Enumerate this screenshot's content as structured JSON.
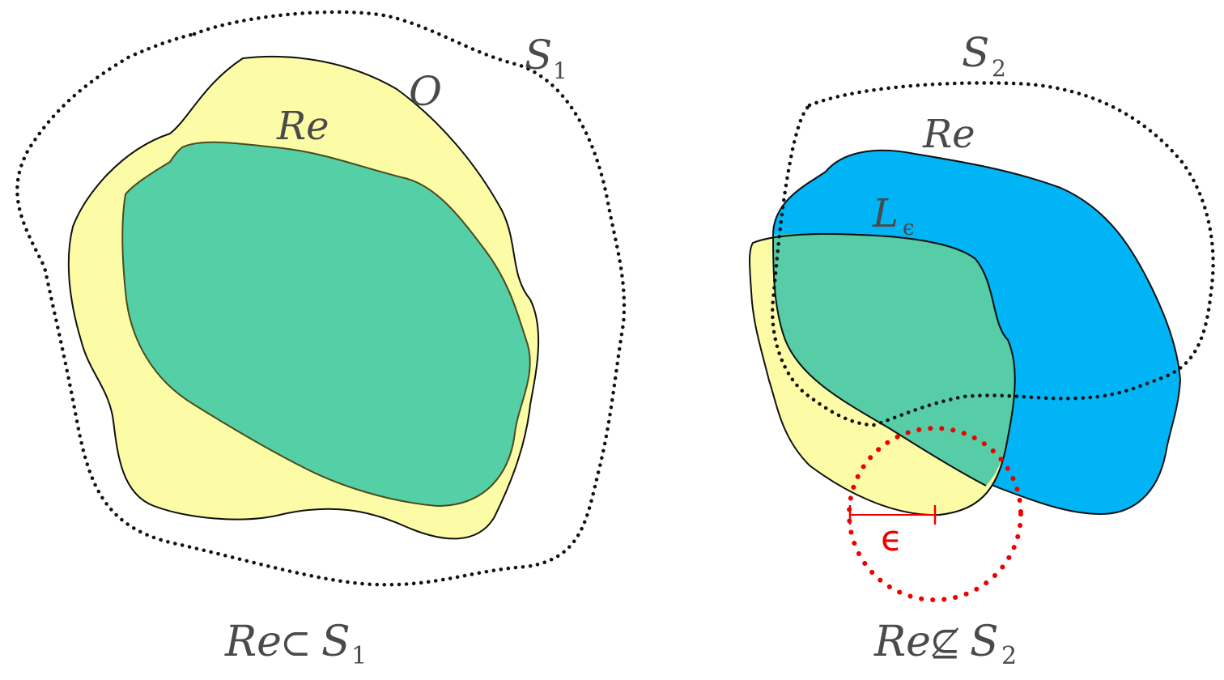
{
  "colors": {
    "yellow_region": "#fdfca6",
    "green_region": "#55d0a6",
    "blue_region": "#00b4f5",
    "overlap_region": "#56cda6",
    "outline": "#111111",
    "dotted": "#111111",
    "epsilon": "#ee0000",
    "text": "#4a4a4a"
  },
  "left_panel": {
    "S": {
      "letter": "S",
      "sub": "1"
    },
    "O": "O",
    "Re": "Re",
    "caption": {
      "re": "Re",
      "symbol": "⊂",
      "S": "S",
      "sub": "1"
    }
  },
  "right_panel": {
    "S": {
      "letter": "S",
      "sub": "2"
    },
    "Re": "Re",
    "L": {
      "letter": "L",
      "sub": "ϵ"
    },
    "epsilon": "ϵ",
    "caption": {
      "re": "Re",
      "symbol": "⊈",
      "S": "S",
      "sub": "2"
    }
  }
}
